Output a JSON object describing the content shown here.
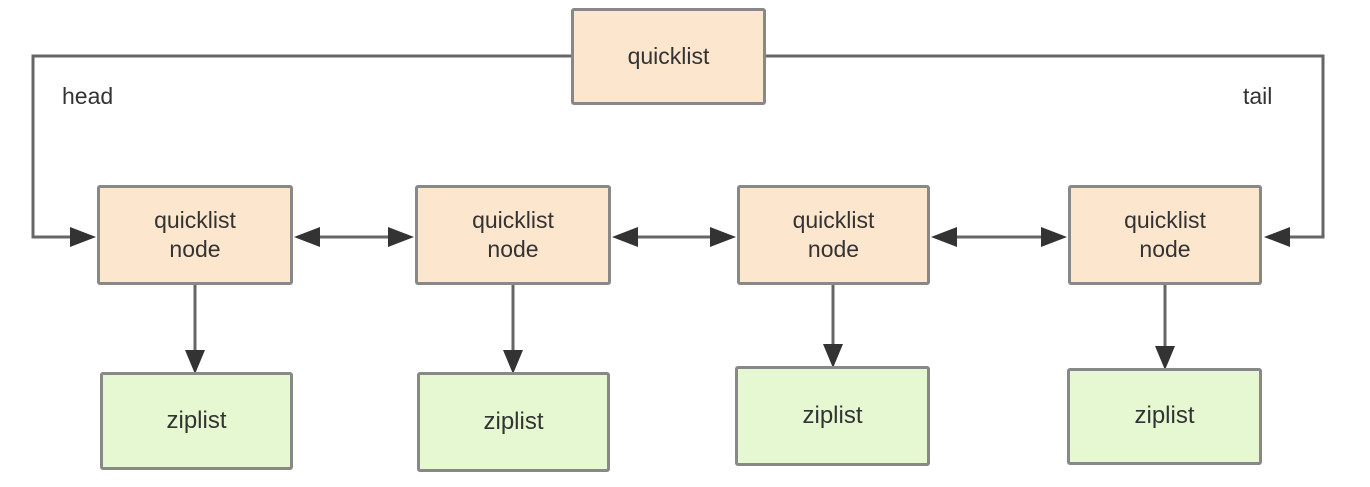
{
  "diagram": {
    "root_box": {
      "label": "quicklist"
    },
    "head_label": "head",
    "tail_label": "tail",
    "nodes": [
      {
        "label": "quicklist\nnode"
      },
      {
        "label": "quicklist\nnode"
      },
      {
        "label": "quicklist\nnode"
      },
      {
        "label": "quicklist\nnode"
      }
    ],
    "ziplists": [
      {
        "label": "ziplist"
      },
      {
        "label": "ziplist"
      },
      {
        "label": "ziplist"
      },
      {
        "label": "ziplist"
      }
    ],
    "colors": {
      "background": "#ffffff",
      "node_fill": "#fce6cd",
      "ziplist_fill": "#e6f8d2",
      "box_border": "#888888",
      "connector": "#666666",
      "arrowhead": "#333333",
      "text": "#333333"
    }
  }
}
